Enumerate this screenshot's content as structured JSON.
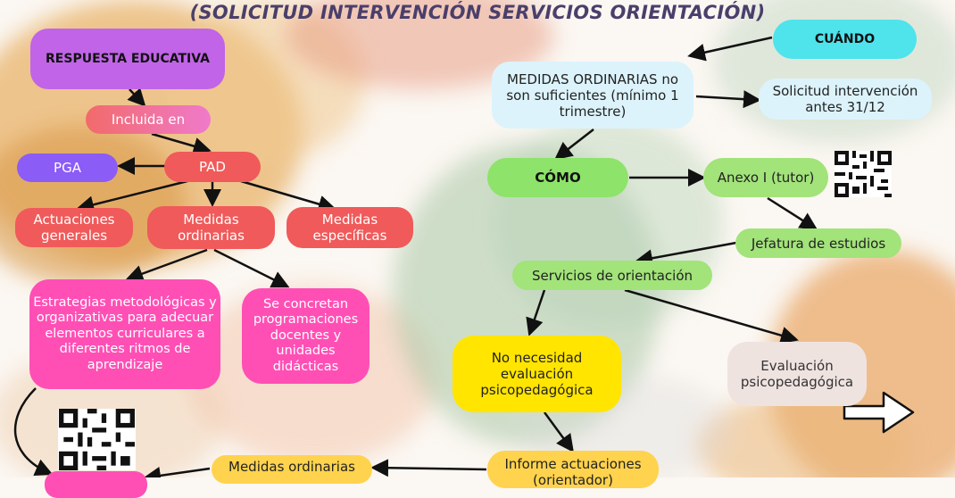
{
  "title": "(SOLICITUD INTERVENCIÓN SERVICIOS ORIENTACIÓN)",
  "colors": {
    "purple": "#c164e8",
    "violet": "#8b5cf6",
    "coral": "#f05a5a",
    "pink_gradient": "#f76fa0",
    "pink": "#ff4fb5",
    "cyan": "#4fe3ec",
    "light_blue": "#dcf3fb",
    "green": "#8ee36a",
    "yellow": "#ffe500",
    "orange_yellow": "#ffd34d",
    "beige": "#efe3e0"
  },
  "nodes": {
    "respuesta_educativa": "RESPUESTA EDUCATIVA",
    "incluida_en": "Incluida en",
    "pga": "PGA",
    "pad": "PAD",
    "actuaciones_generales": "Actuaciones generales",
    "medidas_ordinarias": "Medidas ordinarias",
    "medidas_especificas": "Medidas específicas",
    "estrategias": "Estrategias metodológicas y organizativas para adecuar elementos curriculares a diferentes ritmos de aprendizaje",
    "se_concretan": "Se concretan programaciones docentes y unidades didácticas",
    "cuando": "CUÁNDO",
    "medidas_no_suficientes": "MEDIDAS ORDINARIAS no son suficientes (mínimo 1 trimestre)",
    "solicitud_intervencion": "Solicitud intervención antes 31/12",
    "como": "CÓMO",
    "anexo_tutor": "Anexo I (tutor)",
    "jefatura": "Jefatura de estudios",
    "servicios_orientacion": "Servicios de orientación",
    "no_necesidad": "No necesidad evaluación psicopedagógica",
    "evaluacion": "Evaluación psicopedagógica",
    "informe_actuaciones": "Informe actuaciones (orientador)",
    "medidas_ordinarias_bottom": "Medidas ordinarias"
  },
  "icons": [
    "qr-code-icon",
    "arrow-right-icon"
  ]
}
